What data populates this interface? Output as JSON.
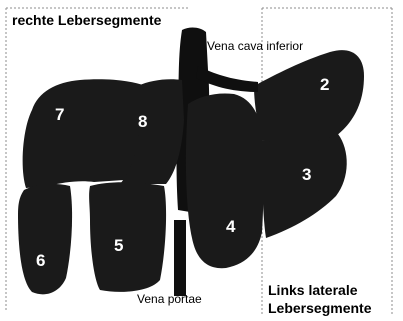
{
  "labels": {
    "right_segments": "rechte Lebersegmente",
    "left_lateral_line1": "Links laterale",
    "left_lateral_line2": "Lebersegmente",
    "vena_cava": "Vena cava inferior",
    "vena_portae": "Vena portae"
  },
  "segments": [
    "2",
    "3",
    "4",
    "5",
    "6",
    "7",
    "8"
  ],
  "colors": {
    "background": "#ffffff",
    "organ": "#1a1a1a",
    "organ_highlight": "#2c2c2c",
    "vessel": "#0f0f0f",
    "frame": "#8c8c8c",
    "segment_text": "#ffffff",
    "annotation_text": "#000000"
  }
}
